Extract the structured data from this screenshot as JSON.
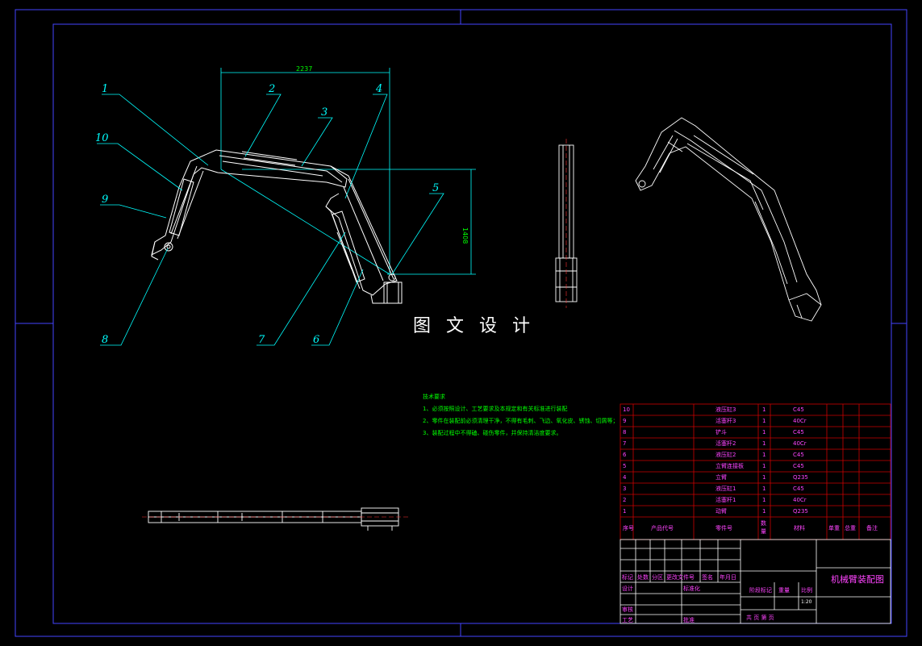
{
  "watermark": "图 文 设 计",
  "dimensions": {
    "horizontal": "2237",
    "vertical": "1408"
  },
  "callouts": [
    "1",
    "2",
    "3",
    "4",
    "5",
    "6",
    "7",
    "8",
    "9",
    "10"
  ],
  "tech_requirements": {
    "title": "技术要求",
    "items": [
      "1、必须按照设计、工艺要求及本规定和有关标准进行装配",
      "2、零件在装配前必须清理干净，不得有毛刺、飞边、氧化皮、锈蚀、切屑等；",
      "3、装配过程中不得磕、碰伤零件，并保持清洁度要求。"
    ]
  },
  "bom": [
    {
      "no": "10",
      "name": "液压缸3",
      "qty": "1",
      "material": "C45"
    },
    {
      "no": "9",
      "name": "活塞杆3",
      "qty": "1",
      "material": "40Cr"
    },
    {
      "no": "8",
      "name": "铲斗",
      "qty": "1",
      "material": "C45"
    },
    {
      "no": "7",
      "name": "活塞杆2",
      "qty": "1",
      "material": "40Cr"
    },
    {
      "no": "6",
      "name": "液压缸2",
      "qty": "1",
      "material": "C45"
    },
    {
      "no": "5",
      "name": "立臂连接板",
      "qty": "1",
      "material": "C45"
    },
    {
      "no": "4",
      "name": "立臂",
      "qty": "1",
      "material": "Q235"
    },
    {
      "no": "3",
      "name": "液压缸1",
      "qty": "1",
      "material": "C45"
    },
    {
      "no": "2",
      "name": "活塞杆1",
      "qty": "1",
      "material": "40Cr"
    },
    {
      "no": "1",
      "name": "动臂",
      "qty": "1",
      "material": "Q235"
    }
  ],
  "bom_header": {
    "seq": "序号",
    "code": "产品代号",
    "name": "零件号",
    "qty": "数量",
    "material": "材料",
    "unit_wt": "单重",
    "total_wt": "总重",
    "remark": "备注"
  },
  "title_block": {
    "drawing_title": "机械臂装配图",
    "row_labels": [
      "标记",
      "处数",
      "分区",
      "更改文件号",
      "签名",
      "年月日"
    ],
    "design": "设计",
    "standard": "标准化",
    "stage": "阶段标记",
    "weight": "重量",
    "scale": "比例",
    "scale_value": "1:20",
    "review": "审核",
    "process": "工艺",
    "approve": "批准",
    "sheets": "共  页  第  页"
  }
}
